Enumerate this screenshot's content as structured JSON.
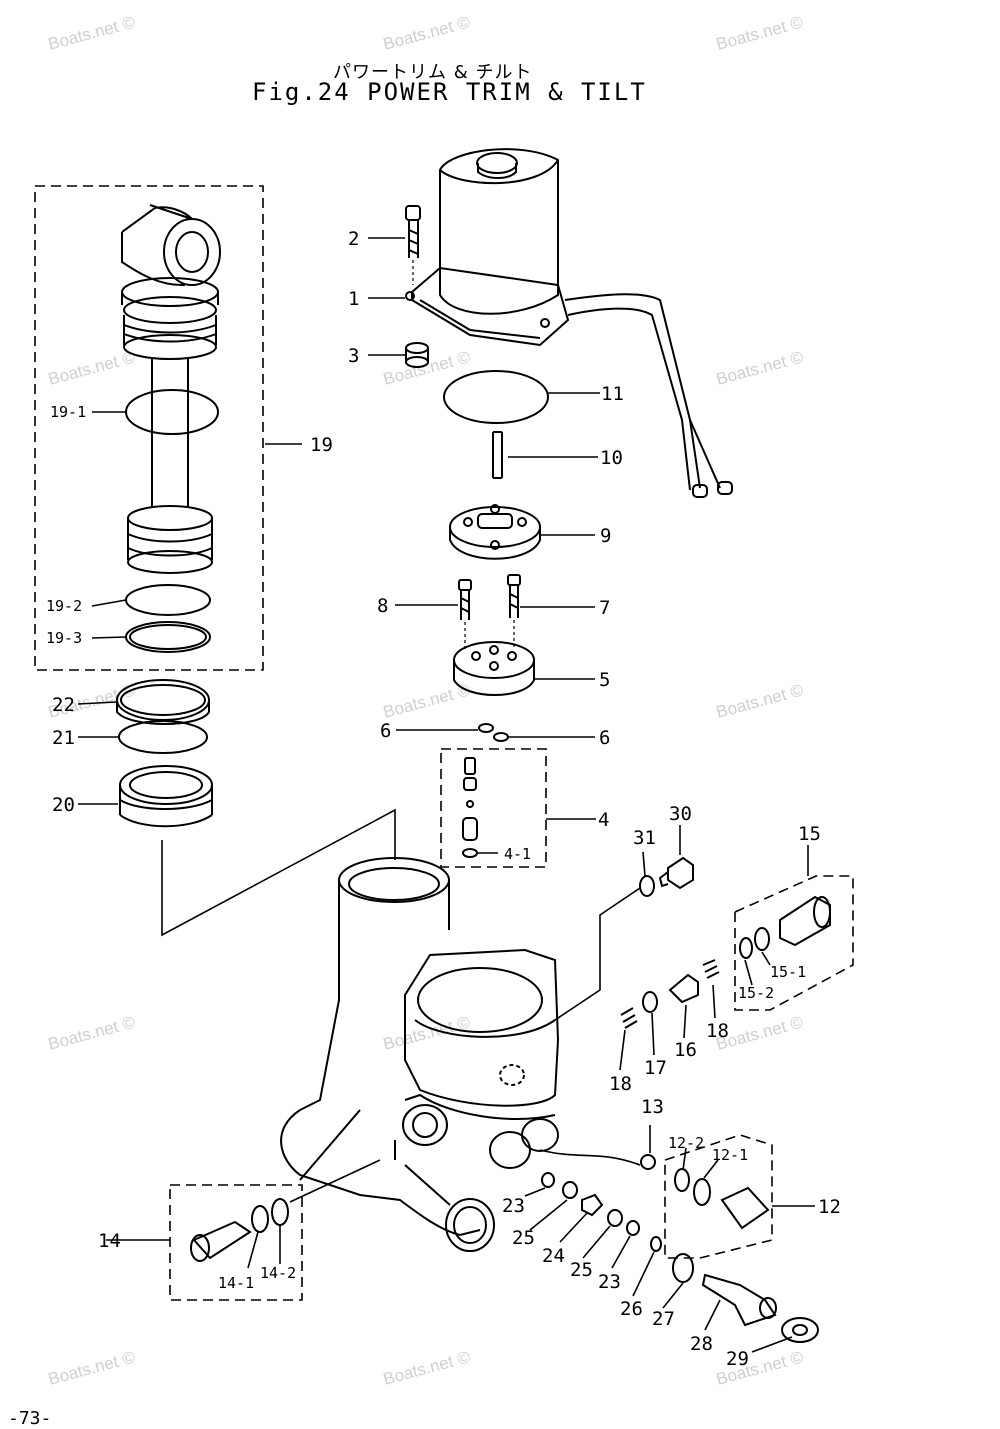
{
  "title": {
    "japanese": "パワートリム & チルト",
    "english": "Fig.24  POWER TRIM & TILT"
  },
  "page_number": "-73-",
  "watermark": "Boats.net ©",
  "labels": {
    "l1": "1",
    "l2": "2",
    "l3": "3",
    "l4": "4",
    "l4_1": "4-1",
    "l5": "5",
    "l6a": "6",
    "l6b": "6",
    "l7": "7",
    "l8": "8",
    "l9": "9",
    "l10": "10",
    "l11": "11",
    "l12": "12",
    "l12_1": "12-1",
    "l12_2": "12-2",
    "l13": "13",
    "l14": "14",
    "l14_1": "14-1",
    "l14_2": "14-2",
    "l15": "15",
    "l15_1": "15-1",
    "l15_2": "15-2",
    "l16": "16",
    "l17": "17",
    "l18a": "18",
    "l18b": "18",
    "l19": "19",
    "l19_1": "19-1",
    "l19_2": "19-2",
    "l19_3": "19-3",
    "l20": "20",
    "l21": "21",
    "l22": "22",
    "l23a": "23",
    "l23b": "23",
    "l24": "24",
    "l25a": "25",
    "l25b": "25",
    "l26": "26",
    "l27": "27",
    "l28": "28",
    "l29": "29",
    "l30": "30",
    "l31": "31"
  }
}
